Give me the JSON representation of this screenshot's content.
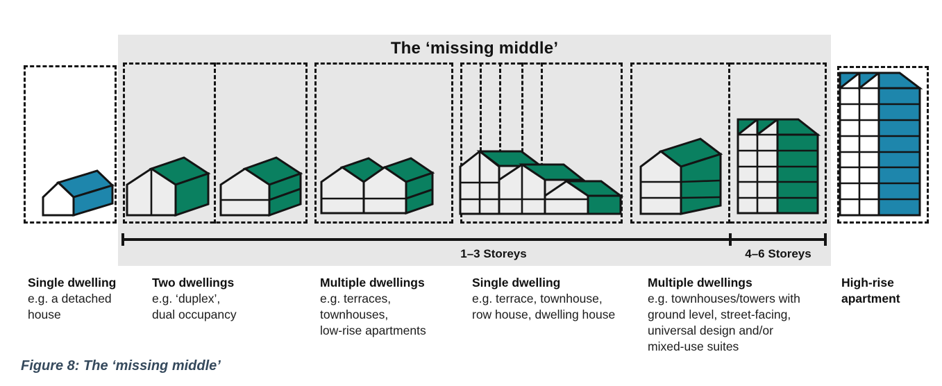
{
  "title": "The ‘missing middle’",
  "storeys": {
    "low": "1–3 Storeys",
    "mid": "4–6 Storeys"
  },
  "caption": "Figure 8: The ‘missing middle’",
  "colors": {
    "green": "#0a8060",
    "blue": "#1e86ac",
    "band": "#e7e7e7",
    "outline": "#141414",
    "caption": "#35495c"
  },
  "categories": [
    {
      "title": "Single dwelling",
      "lines": [
        "e.g. a detached",
        "house"
      ]
    },
    {
      "title": "Two dwellings",
      "lines": [
        "e.g. ‘duplex’,",
        "dual occupancy"
      ]
    },
    {
      "title": "Multiple dwellings",
      "lines": [
        "e.g. terraces,",
        "townhouses,",
        "low-rise apartments"
      ]
    },
    {
      "title": "Single dwelling",
      "lines": [
        "e.g. terrace, townhouse,",
        "row house, dwelling house"
      ]
    },
    {
      "title": "Multiple dwellings",
      "lines": [
        "e.g. townhouses/towers with",
        "ground level, street-facing,",
        "universal design and/or",
        "mixed-use suites"
      ]
    },
    {
      "title": "High-rise",
      "title2": "apartment",
      "lines": []
    }
  ]
}
